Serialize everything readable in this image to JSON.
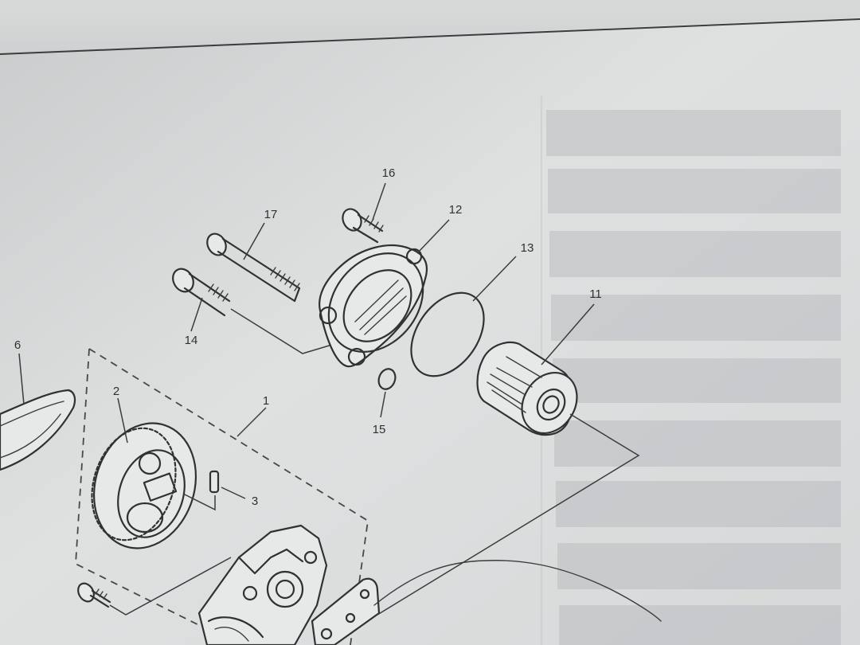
{
  "diagram": {
    "callouts": [
      {
        "id": "c1",
        "text": "1"
      },
      {
        "id": "c2",
        "text": "2"
      },
      {
        "id": "c3",
        "text": "3"
      },
      {
        "id": "c6",
        "text": "6"
      },
      {
        "id": "c11",
        "text": "11"
      },
      {
        "id": "c12",
        "text": "12"
      },
      {
        "id": "c13",
        "text": "13"
      },
      {
        "id": "c14",
        "text": "14"
      },
      {
        "id": "c15",
        "text": "15"
      },
      {
        "id": "c16",
        "text": "16"
      },
      {
        "id": "c17",
        "text": "17"
      }
    ]
  },
  "colors": {
    "paper": "#dcdedf",
    "ink": "#2f3133",
    "table_shade": "#b9bcbf"
  }
}
